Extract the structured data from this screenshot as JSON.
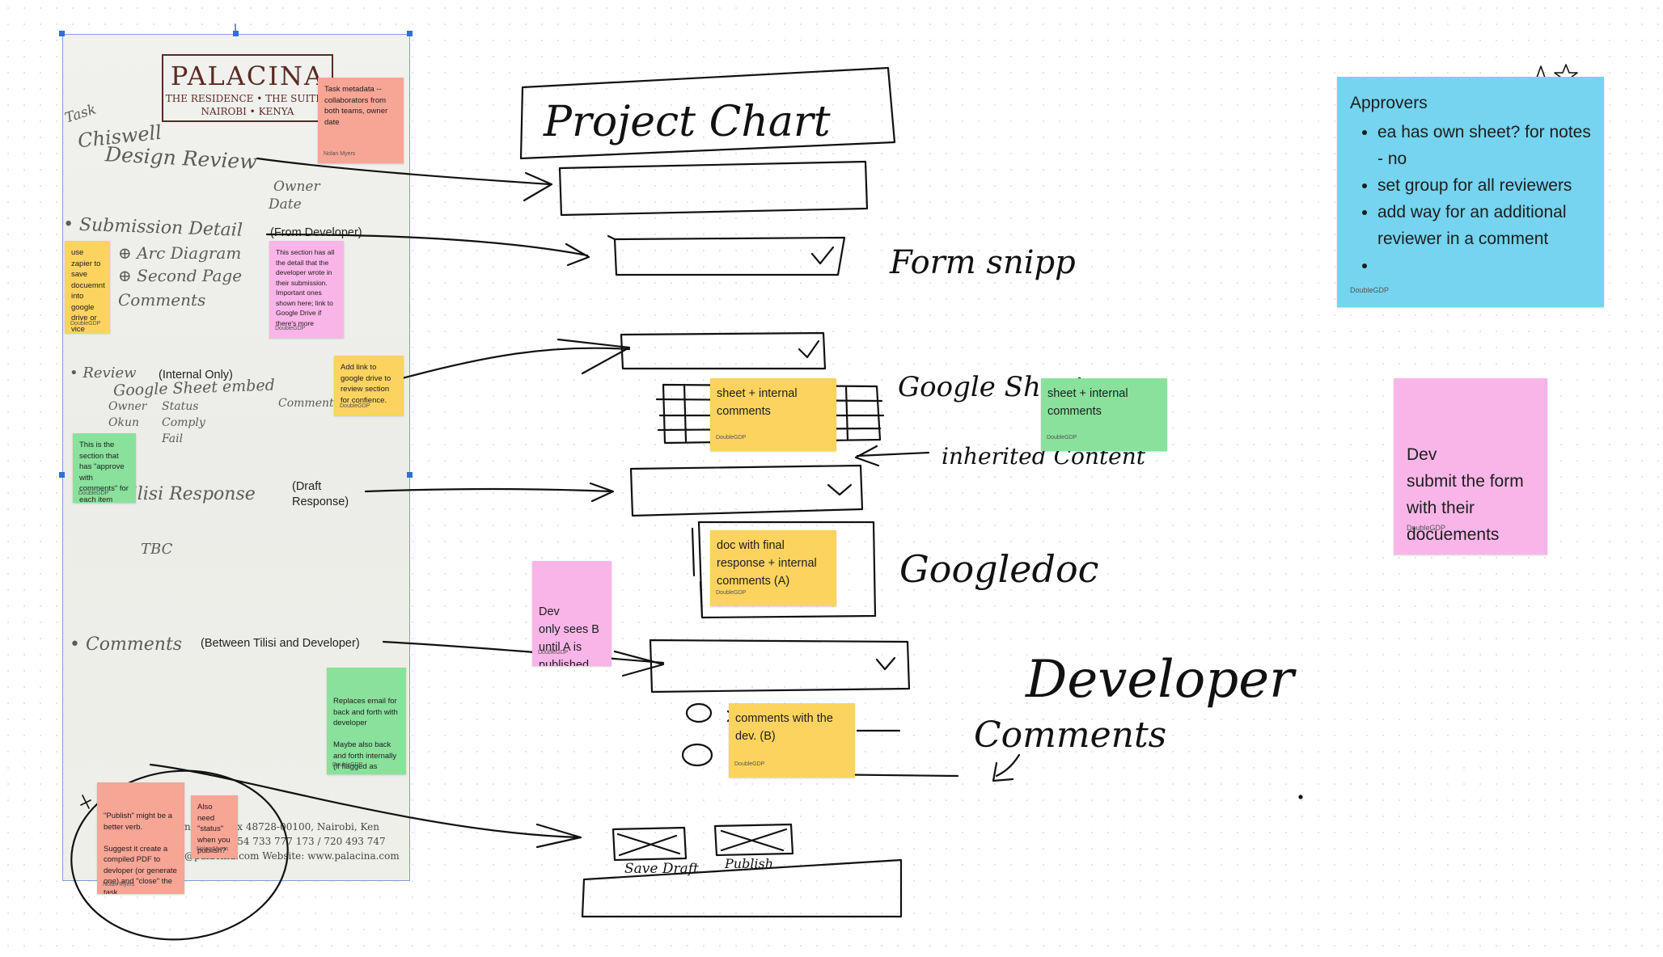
{
  "paper": {
    "logo_brand": "PALACINA",
    "logo_line1": "THE RESIDENCE • THE SUITES",
    "logo_line2": "NAIROBI • KENYA",
    "hw_task": "Task",
    "hw_project": "Chiswell",
    "hw_design_review": "Design Review",
    "hw_owner": "Owner",
    "hw_date": "Date",
    "hw_submission_detail": "• Submission Detail",
    "hw_arc_diagram": "⊕ Arc Diagram",
    "hw_second_page": "⊕ Second Page",
    "hw_comments": "Comments",
    "hw_review": "• Review",
    "hw_google_sheet": "Google Sheet embed",
    "hw_owner_col": "Owner",
    "hw_status_col": "Status",
    "hw_comment_col": "Comment",
    "hw_okun": "Okun",
    "hw_comply": "Comply",
    "hw_fail": "Fail",
    "hw_tilisi_response": "Tilisi Response",
    "hw_tbc": "TBC",
    "hw_comments2": "• Comments",
    "label_from_developer": "(From Developer)",
    "label_internal_only": "(Internal Only)",
    "label_draft_response": "(Draft\nResponse)",
    "label_between": "(Between Tilisi and Developer)",
    "footer_line1": "nd, P.O. Box 48728-00100, Nairobi, Ken",
    "footer_line2": "ll: +254 733 777 173 / 720 493 747",
    "footer_line3": "@palacina.com Website: www.palacina.com"
  },
  "stickies": {
    "task_metadata": {
      "text": "Task metadata -- collaborators from both teams, owner date",
      "author": "Nolan Myers"
    },
    "use_zapier": {
      "text": "use zapier to save docuemnt into google drive or vice  versa",
      "author": "DoubleGDP"
    },
    "section_detail": {
      "text": "This section has all the detail that the developer wrote in their submission. Important ones shown here; link to Google Drive if there's more",
      "author": "DoubleGDP"
    },
    "add_link": {
      "text": "Add link to google drive to review section for confience.",
      "author": "DoubleGDP"
    },
    "approve_with_comments": {
      "text": "This is the section that has \"approve with comments\" for each item",
      "author": "DoubleGDP"
    },
    "replaces_email": {
      "text": "Replaces email for back and forth with developer\n\nMaybe also back and forth internally (if flagged as \"internal only\")",
      "author": "DoubleGDP"
    },
    "publish_verb": {
      "text": "\"Publish\" might be a better verb.\n\nSuggest it create a compiled PDF to devloper (or generate one) and \"close\" the task.",
      "author": "Nolan Myers"
    },
    "also_need_status": {
      "text": "Also need \"status\" when you publish?",
      "author": "Nolan Myers"
    },
    "sheet_internal_yellow": {
      "text": "sheet + internal comments",
      "author": "DoubleGDP"
    },
    "sheet_internal_green": {
      "text": "sheet + internal comments",
      "author": "DoubleGDP"
    },
    "doc_final_response": {
      "text": "doc with final response + internal comments  (A)",
      "author": "DoubleGDP"
    },
    "dev_only_sees": {
      "text": "Dev\nonly sees B until A is published and",
      "author": "DoubleGDP"
    },
    "comments_with_dev": {
      "text": "comments with the dev. (B)",
      "author": "DoubleGDP"
    },
    "dev_submit": {
      "text": "Dev\nsubmit the form with their docuements",
      "author": "DoubleGDP"
    },
    "approvers": {
      "title": "Approvers",
      "items": [
        "ea has own sheet? for notes - no",
        "set group for all reviewers",
        "add way for an additional reviewer in a comment",
        ""
      ],
      "author": "DoubleGDP"
    }
  },
  "sketch": {
    "title_text": "Project Chart",
    "form_snippet": "Form snipp",
    "google_sheet": "Google Sheet",
    "inherited_content": "inherited Content",
    "google_doc": "Googledoc",
    "developer": "Developer",
    "comments": "Comments",
    "save_draft": "Save Draft",
    "publish": "Publish"
  },
  "colors": {
    "salmon": "#f7a595",
    "yellow": "#fcd35f",
    "pink": "#f9b5e8",
    "green": "#89e19c",
    "blue": "#75d4ef",
    "ink": "#111111",
    "selection": "#2e6fdc"
  }
}
